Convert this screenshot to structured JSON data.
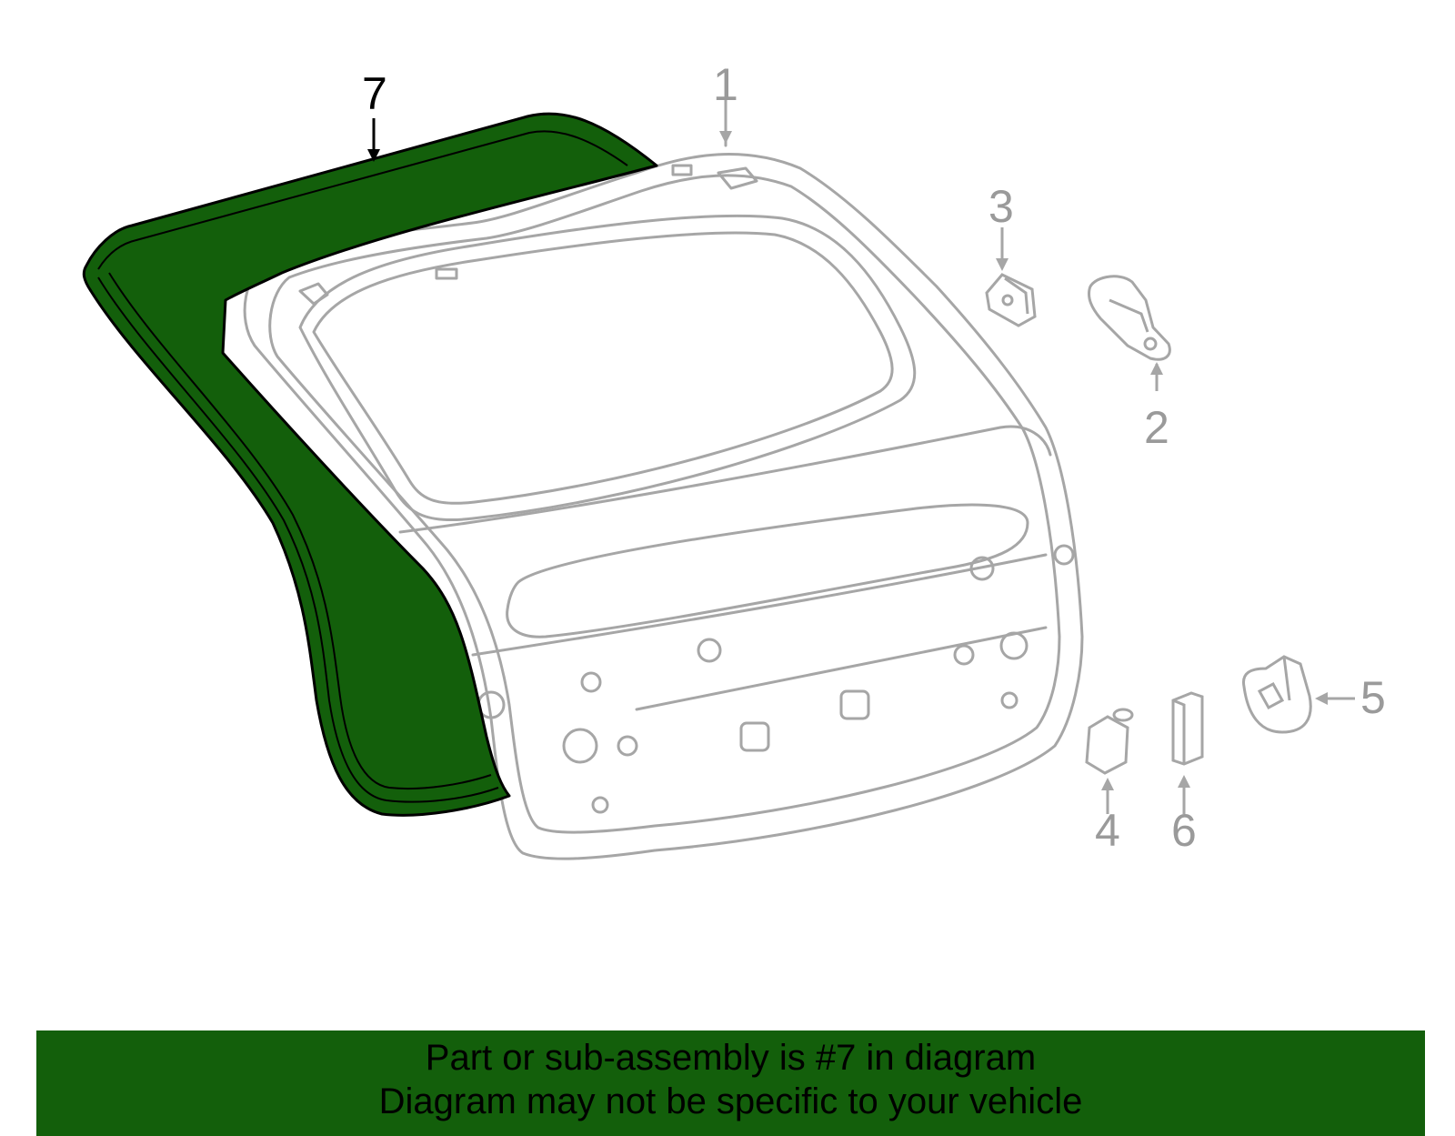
{
  "diagram": {
    "callouts": [
      {
        "id": "7",
        "label": "7",
        "highlighted": true
      },
      {
        "id": "1",
        "label": "1",
        "highlighted": false
      },
      {
        "id": "3",
        "label": "3",
        "highlighted": false
      },
      {
        "id": "2",
        "label": "2",
        "highlighted": false
      },
      {
        "id": "5",
        "label": "5",
        "highlighted": false
      },
      {
        "id": "4",
        "label": "4",
        "highlighted": false
      },
      {
        "id": "6",
        "label": "6",
        "highlighted": false
      }
    ],
    "colors": {
      "highlight_fill": "#135f0b",
      "part_outline": "#9a9a9a",
      "highlight_outline": "#000000",
      "banner": "#135f0b"
    }
  },
  "footer": {
    "line1": "Part or sub-assembly is #7 in diagram",
    "line2": "Diagram may not be specific to your vehicle"
  }
}
